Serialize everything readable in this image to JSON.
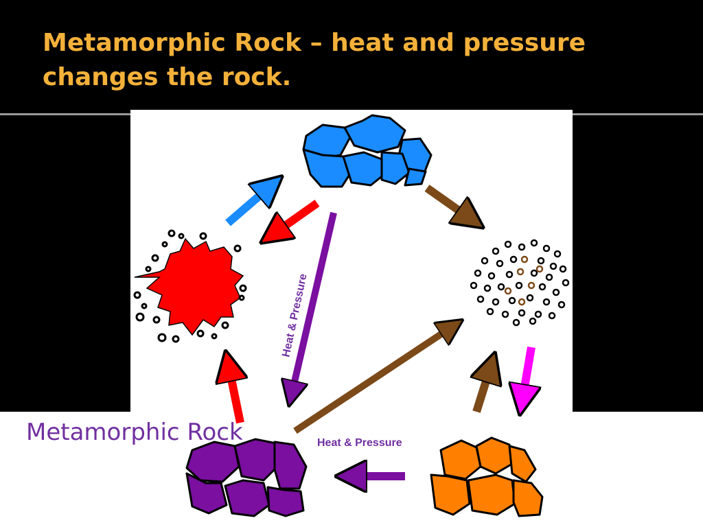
{
  "slide": {
    "title": "Metamorphic Rock – heat and pressure changes the rock.",
    "metamorphic_label": "Metamorphic Rock",
    "heat_pressure_vertical": "Heat & Pressure",
    "heat_pressure_horizontal": "Heat & Pressure"
  },
  "colors": {
    "title": "#f4b13a",
    "igneous_blue": "#1a8cff",
    "magma_red": "#ff0000",
    "metamorphic_purple": "#7a0fa0",
    "sedimentary_orange": "#ff8000",
    "sediment_brown": "#7b4a18",
    "magenta": "#ff00ff",
    "label_purple": "#7030a0"
  }
}
